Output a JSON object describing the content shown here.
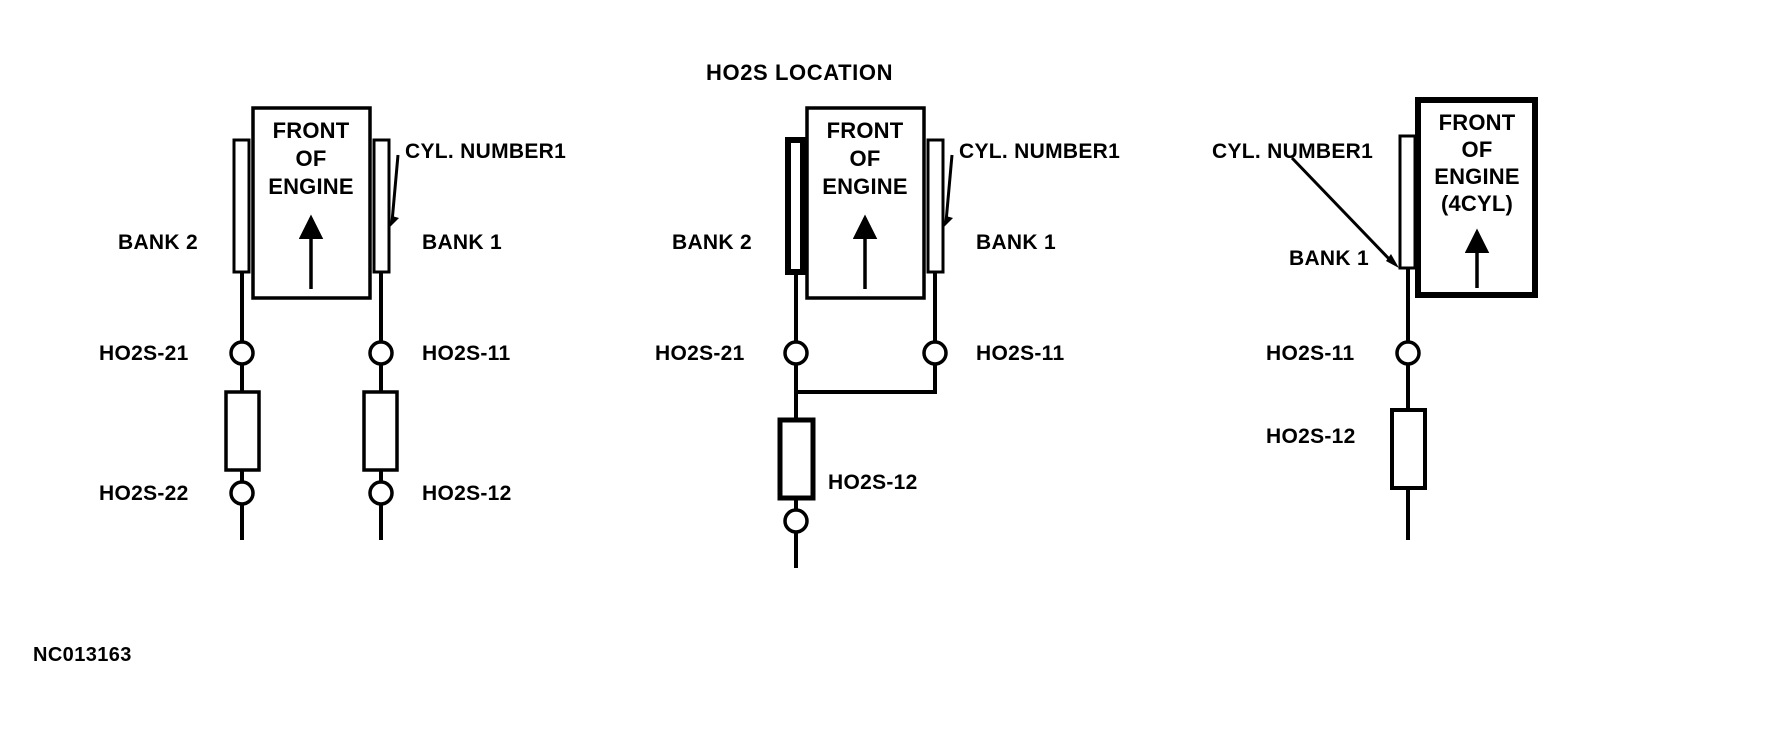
{
  "figure": {
    "title": "HO2S LOCATION",
    "reference_code": "NC013163",
    "line_color": "#000000",
    "background_color": "#ffffff"
  },
  "diagrams": [
    {
      "id": "v-engine-dual-bank-dual-converter",
      "engine_box_label_lines": [
        "FRONT",
        "OF",
        "ENGINE"
      ],
      "bank_left_label": "BANK 2",
      "bank_right_label": "BANK 1",
      "callout_label": "CYL. NUMBER1",
      "sensors": [
        {
          "name": "HO2S-21",
          "side": "left",
          "position": "upstream"
        },
        {
          "name": "HO2S-22",
          "side": "left",
          "position": "downstream"
        },
        {
          "name": "HO2S-11",
          "side": "right",
          "position": "upstream"
        },
        {
          "name": "HO2S-12",
          "side": "right",
          "position": "downstream"
        }
      ],
      "converters": 2,
      "exhaust_layout": "dual"
    },
    {
      "id": "v-engine-dual-bank-single-converter",
      "engine_box_label_lines": [
        "FRONT",
        "OF",
        "ENGINE"
      ],
      "bank_left_label": "BANK 2",
      "bank_right_label": "BANK 1",
      "callout_label": "CYL. NUMBER1",
      "sensors": [
        {
          "name": "HO2S-21",
          "side": "left",
          "position": "upstream"
        },
        {
          "name": "HO2S-11",
          "side": "right",
          "position": "upstream"
        },
        {
          "name": "HO2S-12",
          "side": "center",
          "position": "downstream"
        }
      ],
      "converters": 1,
      "exhaust_layout": "merged-y-pipe"
    },
    {
      "id": "inline-4cyl-single-bank",
      "engine_box_label_lines": [
        "FRONT",
        "OF",
        "ENGINE",
        "(4CYL)"
      ],
      "bank_left_label": "BANK 1",
      "bank_right_label": "",
      "callout_label": "CYL. NUMBER1",
      "sensors": [
        {
          "name": "HO2S-11",
          "side": "left",
          "position": "upstream"
        },
        {
          "name": "HO2S-12",
          "side": "left",
          "position": "downstream"
        }
      ],
      "converters": 1,
      "exhaust_layout": "single"
    }
  ],
  "labels": {
    "title": "HO2S LOCATION",
    "code": "NC013163",
    "d1_front": "FRONT",
    "d1_of": "OF",
    "d1_engine": "ENGINE",
    "d1_bank2": "BANK 2",
    "d1_bank1": "BANK 1",
    "d1_cyl": "CYL. NUMBER1",
    "d1_ho2s21": "HO2S-21",
    "d1_ho2s22": "HO2S-22",
    "d1_ho2s11": "HO2S-11",
    "d1_ho2s12": "HO2S-12",
    "d2_front": "FRONT",
    "d2_of": "OF",
    "d2_engine": "ENGINE",
    "d2_bank2": "BANK 2",
    "d2_bank1": "BANK 1",
    "d2_cyl": "CYL. NUMBER1",
    "d2_ho2s21": "HO2S-21",
    "d2_ho2s11": "HO2S-11",
    "d2_ho2s12": "HO2S-12",
    "d3_front": "FRONT",
    "d3_of": "OF",
    "d3_engine": "ENGINE",
    "d3_4cyl": "(4CYL)",
    "d3_bank1": "BANK 1",
    "d3_cyl": "CYL. NUMBER1",
    "d3_ho2s11": "HO2S-11",
    "d3_ho2s12": "HO2S-12"
  }
}
